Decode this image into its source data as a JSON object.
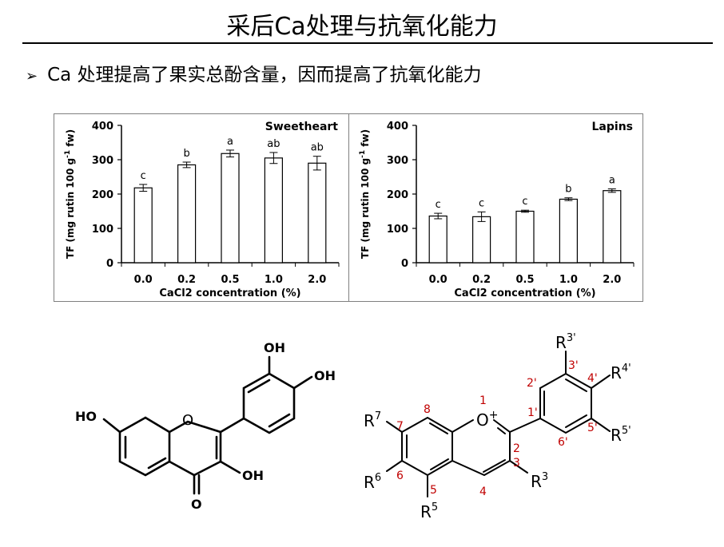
{
  "slide": {
    "title": "采后Ca处理与抗氧化能力",
    "bullet_glyph": "➢",
    "bullet_text": "Ca 处理提高了果实总酚含量，因而提高了抗氧化能力"
  },
  "chart_data": [
    {
      "type": "bar",
      "title": "Sweetheart",
      "xlabel": "CaCl2 concentration (%)",
      "ylabel": "TF (mg rutin 100 g⁻¹ fw)",
      "ylabel_parts": [
        "TF (mg rutin 100 g",
        "-1",
        " fw)"
      ],
      "categories": [
        "0.0",
        "0.2",
        "0.5",
        "1.0",
        "2.0"
      ],
      "values": [
        218,
        285,
        318,
        305,
        290
      ],
      "errors": [
        10,
        8,
        10,
        16,
        20
      ],
      "letters": [
        "c",
        "b",
        "a",
        "ab",
        "ab"
      ],
      "ylim": [
        0,
        400
      ],
      "yticks": [
        "0",
        "100",
        "200",
        "300",
        "400"
      ],
      "colors": {
        "bar_fill": "#ffffff",
        "bar_stroke": "#000000"
      }
    },
    {
      "type": "bar",
      "title": "Lapins",
      "xlabel": "CaCl2 concentration (%)",
      "ylabel": "TF (mg rutin 100 g⁻¹ fw)",
      "ylabel_parts": [
        "TF (mg rutin 100 g",
        "-1",
        " fw)"
      ],
      "categories": [
        "0.0",
        "0.2",
        "0.5",
        "1.0",
        "2.0"
      ],
      "values": [
        136,
        134,
        150,
        185,
        210
      ],
      "errors": [
        8,
        14,
        3,
        4,
        5
      ],
      "letters": [
        "c",
        "c",
        "c",
        "b",
        "a"
      ],
      "ylim": [
        0,
        400
      ],
      "yticks": [
        "0",
        "100",
        "200",
        "300",
        "400"
      ],
      "colors": {
        "bar_fill": "#ffffff",
        "bar_stroke": "#000000"
      }
    }
  ],
  "structures": {
    "left": {
      "labels": [
        "OH",
        "OH",
        "HO",
        "O",
        "OH",
        "O"
      ]
    },
    "right": {
      "substituents": [
        "R",
        "R",
        "R",
        "R",
        "R",
        "R",
        "R"
      ],
      "superscripts": [
        "3'",
        "4'",
        "5'",
        "7",
        "6",
        "5",
        "3"
      ],
      "positions": [
        "1",
        "2",
        "3",
        "4",
        "5",
        "6",
        "7",
        "8",
        "1'",
        "2'",
        "3'",
        "4'",
        "5'",
        "6'"
      ],
      "oxonium": "O",
      "charge": "+"
    },
    "colors": {
      "position_numbers": "#c00000"
    }
  }
}
